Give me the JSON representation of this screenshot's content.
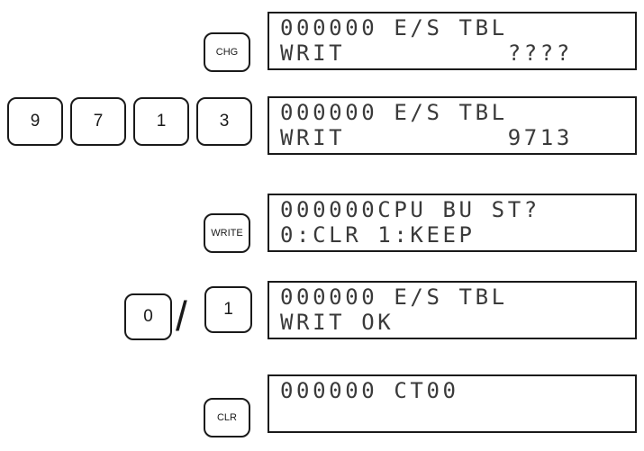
{
  "steps": [
    {
      "keys": [
        "CHG"
      ],
      "display": {
        "line1": "000000 E/S TBL",
        "line2": "WRIT          ????"
      }
    },
    {
      "keys": [
        "9",
        "7",
        "1",
        "3"
      ],
      "display": {
        "line1": "000000 E/S TBL",
        "line2": "WRIT          9713"
      }
    },
    {
      "keys": [
        "WRITE"
      ],
      "display": {
        "line1": "000000CPU BU ST?",
        "line2": "0:CLR 1:KEEP"
      }
    },
    {
      "keys": [
        "0",
        "1"
      ],
      "separator": "/",
      "display": {
        "line1": "000000 E/S TBL",
        "line2": "WRIT OK"
      }
    },
    {
      "keys": [
        "CLR"
      ],
      "display": {
        "line1": "000000 CT00",
        "line2": ""
      }
    }
  ]
}
